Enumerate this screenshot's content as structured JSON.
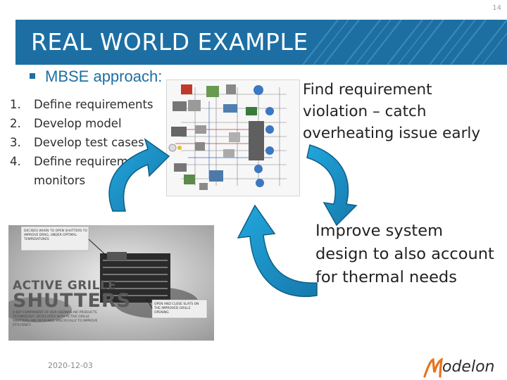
{
  "page": {
    "number": "14"
  },
  "header": {
    "title": "REAL WORLD EXAMPLE",
    "accent": "#1d6fa3"
  },
  "left": {
    "bullet": "MBSE approach:",
    "steps": [
      {
        "num": "1.",
        "text": "Define requirements"
      },
      {
        "num": "2.",
        "text": "Develop model"
      },
      {
        "num": "3.",
        "text": "Develop test cases"
      },
      {
        "num": "4.",
        "text": "Define requirement monitors"
      }
    ]
  },
  "callouts": {
    "first": "Find requirement violation – catch overheating issue early",
    "second": "Improve system design to also account for thermal needs"
  },
  "photo": {
    "headline_1": "ACTIVE GRILLE",
    "headline_2": "SHUTTERS",
    "body": "A key component of our Obdwas-Air products technology, developed with Active grille shutters are designed specifically to improve efficiency.",
    "note_1": "Decides when to open shutters to improve drag, under optimal temperatures",
    "note_2": "Open and close slats on the improved grille opening"
  },
  "footer": {
    "date": "2020-12-03"
  },
  "logo": {
    "brand": "Modelon",
    "text": "odelon"
  },
  "colors": {
    "arrow_fill": "#1a95c8",
    "arrow_stroke": "#0d5f86",
    "logo_orange": "#e8731a"
  }
}
